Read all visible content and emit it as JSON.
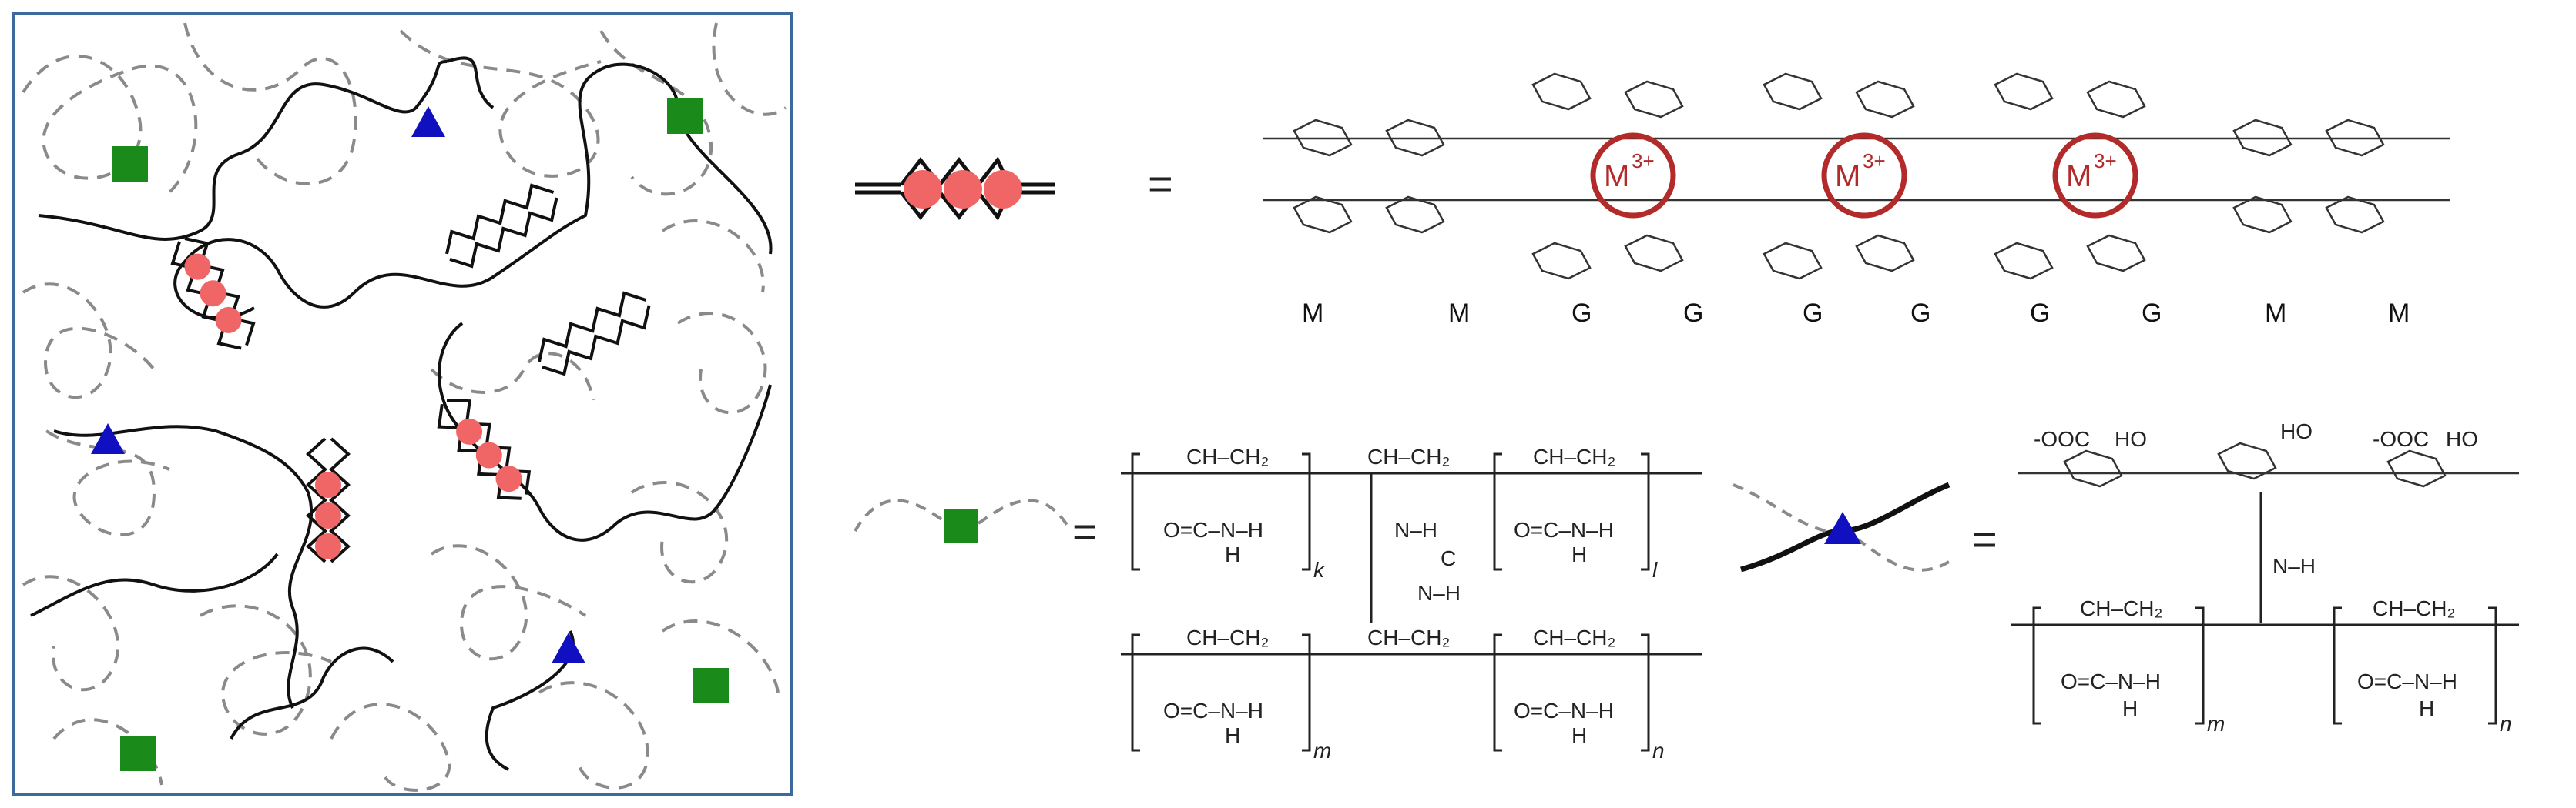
{
  "colors": {
    "ionic_crosslink": "#f06565",
    "covalent_crosslink_square": "#1a8a1a",
    "covalent_crosslink_triangle": "#1010c0",
    "metal_ion_ring": "#b22a2a",
    "network_frame": "#3d6a9c",
    "dashed_chain": "#8a8a8a"
  },
  "icons": {
    "ionic_junction": "zigzag-with-circles",
    "acrylamide_crosslink": "green-square",
    "alginate_acrylamide_crosslink": "blue-triangle"
  },
  "alginate_chain": {
    "metal_ion_label": "M",
    "metal_ion_charge": "3+",
    "sequence_labels": [
      "M",
      "M",
      "G",
      "G",
      "G",
      "G",
      "G",
      "G",
      "M",
      "M"
    ],
    "equals_sign": "="
  },
  "polyacrylamide_crosslink": {
    "equals_sign": "=",
    "unit_top": "CH–CH₂",
    "amide_top": "O=C–N–H",
    "hydrogen": "H",
    "linker_nh": "N–H",
    "linker_c": "C",
    "subscripts": [
      "k",
      "l",
      "m",
      "n"
    ]
  },
  "alginate_grafted_pam": {
    "equals_sign": "=",
    "carboxylate_left": "-OOC",
    "carboxylate_right": "-OOC",
    "hydroxyl": "HO",
    "amide_nh": "N–H",
    "subscripts": [
      "m",
      "n"
    ]
  }
}
